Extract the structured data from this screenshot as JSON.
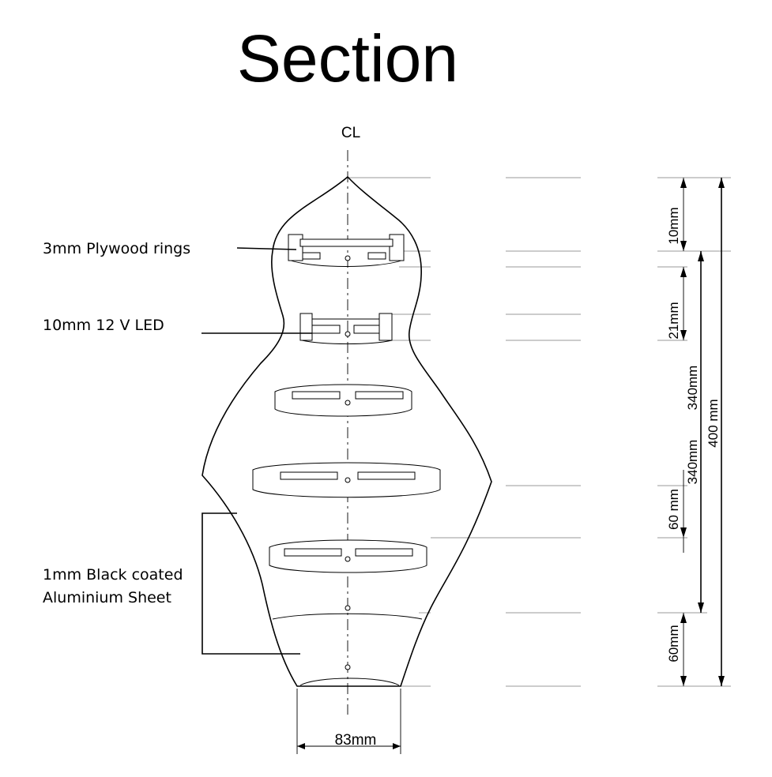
{
  "title": "Section",
  "centerline_label": "CL",
  "labels": {
    "plywood_rings": "3mm Plywood rings",
    "led": "10mm  12 V  LED",
    "sheet_line1": "1mm Black coated",
    "sheet_line2": "Aluminium Sheet"
  },
  "dimensions": {
    "top": "10mm",
    "led_gap": "21mm",
    "inner": "340mm",
    "inner_repeat": "340mm",
    "overall": "400 mm",
    "mid": "60 mm",
    "bottom": "60mm",
    "base_width": "83mm"
  }
}
